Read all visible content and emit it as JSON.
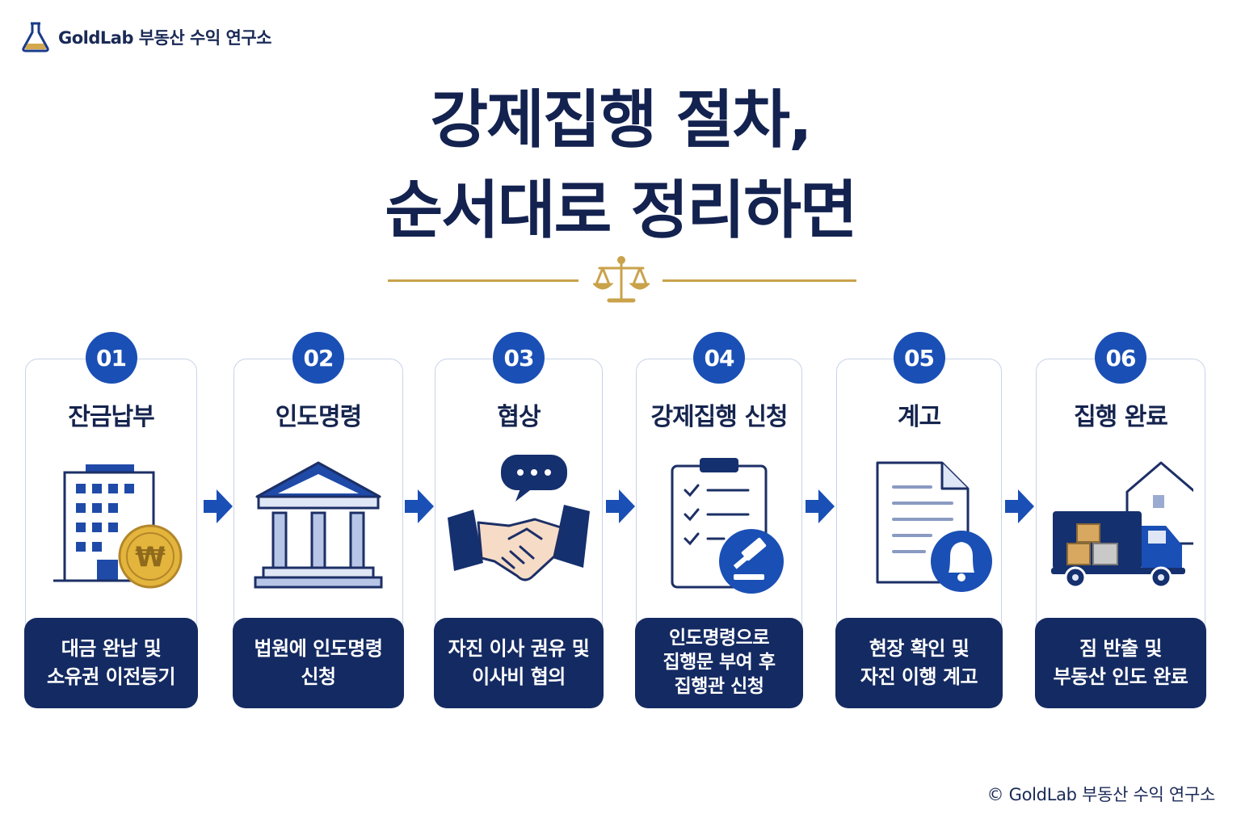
{
  "brand": {
    "name": "GoldLab 부동산 수익 연구소",
    "icon": "flask-icon"
  },
  "title": {
    "line1": "강제집행 절차,",
    "line2": "순서대로 정리하면"
  },
  "divider_icon": "balance-scale-icon",
  "colors": {
    "navy": "#142a62",
    "blue": "#1a4fb5",
    "gold": "#c9a24a",
    "border": "#c9d3e8"
  },
  "steps": [
    {
      "number": "01",
      "title": "잔금납부",
      "icon": "building-coin-icon",
      "desc_line1": "대금 완납 및",
      "desc_line2": "소유권 이전등기"
    },
    {
      "number": "02",
      "title": "인도명령",
      "icon": "courthouse-icon",
      "desc_line1": "법원에 인도명령",
      "desc_line2": "신청"
    },
    {
      "number": "03",
      "title": "협상",
      "icon": "handshake-icon",
      "desc_line1": "자진 이사 권유 및",
      "desc_line2": "이사비 협의"
    },
    {
      "number": "04",
      "title": "강제집행 신청",
      "icon": "clipboard-gavel-icon",
      "desc_line1": "인도명령으로",
      "desc_line2": "집행문 부여 후",
      "desc_line3": "집행관 신청"
    },
    {
      "number": "05",
      "title": "계고",
      "icon": "notice-bell-icon",
      "desc_line1": "현장 확인 및",
      "desc_line2": "자진 이행 계고"
    },
    {
      "number": "06",
      "title": "집행 완료",
      "icon": "moving-truck-icon",
      "desc_line1": "짐 반출 및",
      "desc_line2": "부동산 인도 완료"
    }
  ],
  "copyright": "© GoldLab 부동산 수익 연구소"
}
